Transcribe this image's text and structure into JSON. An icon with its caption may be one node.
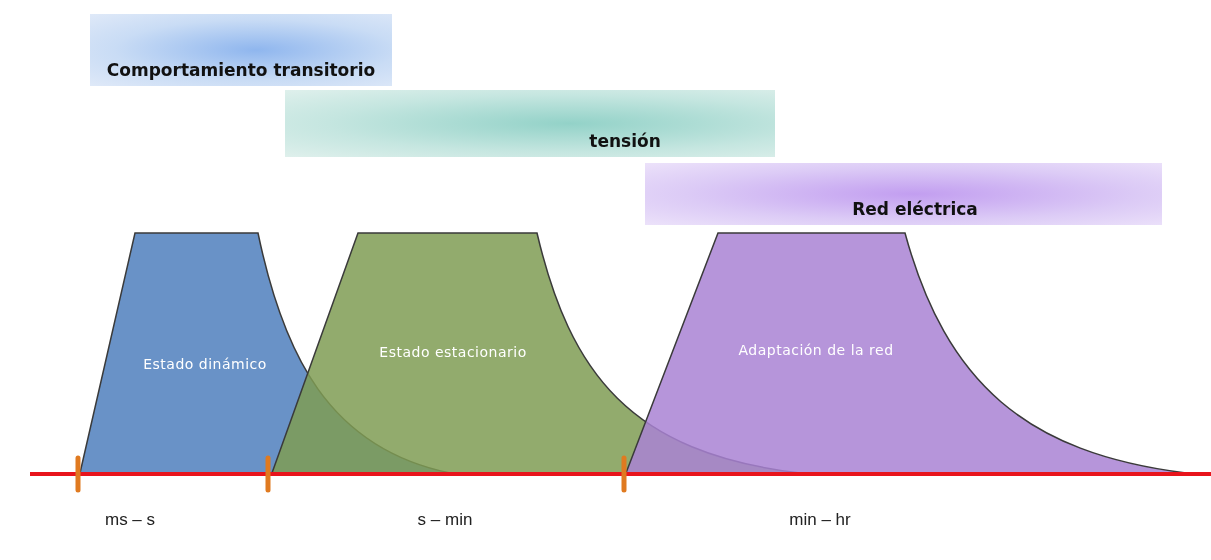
{
  "diagram": {
    "nodes": [
      {
        "text": [
          "Comportamiento transitorio"
        ]
      },
      {
        "text": [
          "tensión"
        ]
      },
      {
        "text": [
          "Red eléctrica"
        ]
      },
      {
        "text": [
          "Estado dinámico"
        ]
      },
      {
        "text": [
          "Estado estacionario"
        ]
      },
      {
        "text": [
          "Adaptación de la red"
        ]
      }
    ],
    "labels": [
      "ms – s",
      "s – min",
      "min – hr"
    ]
  }
}
